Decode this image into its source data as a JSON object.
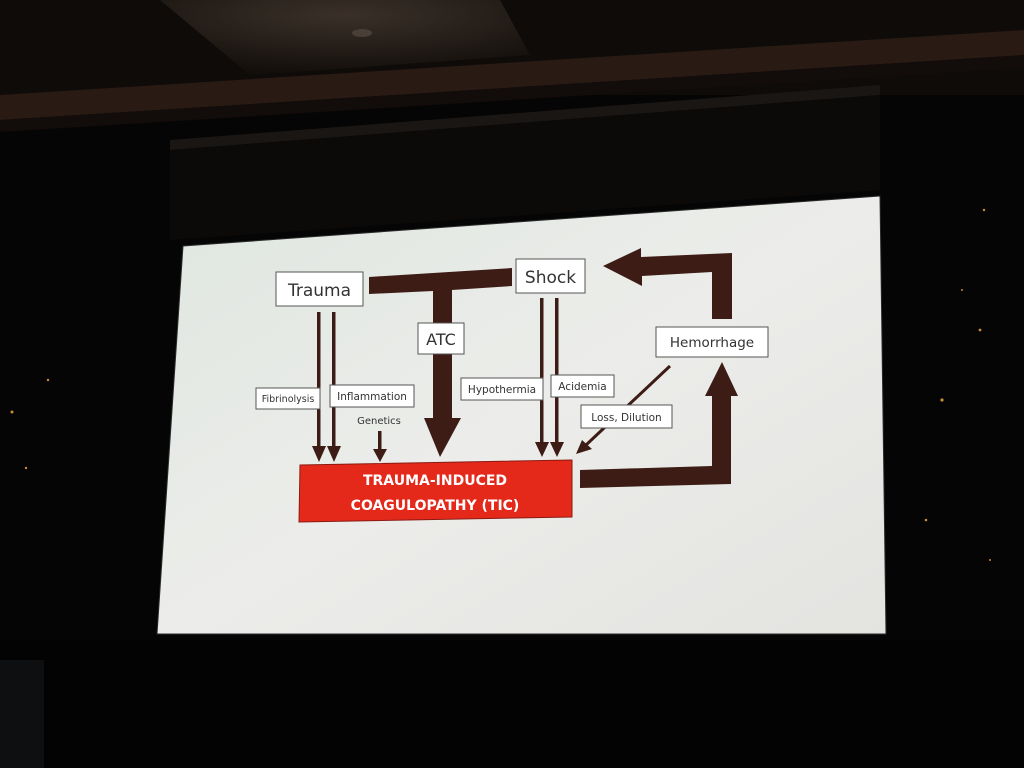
{
  "nodes": {
    "trauma": "Trauma",
    "shock": "Shock",
    "atc": "ATC",
    "hemorrhage": "Hemorrhage",
    "fibrinolysis": "Fibrinolysis",
    "inflammation": "Inflammation",
    "genetics": "Genetics",
    "hypothermia": "Hypothermia",
    "acidemia": "Acidemia",
    "loss_dilution": "Loss, Dilution",
    "tic_line1": "TRAUMA-INDUCED",
    "tic_line2": "COAGULOPATHY (TIC)"
  },
  "colors": {
    "arrow": "#3d1c16",
    "tic_box": "#e4291b",
    "screen": "#ececea",
    "room": "#050404"
  }
}
